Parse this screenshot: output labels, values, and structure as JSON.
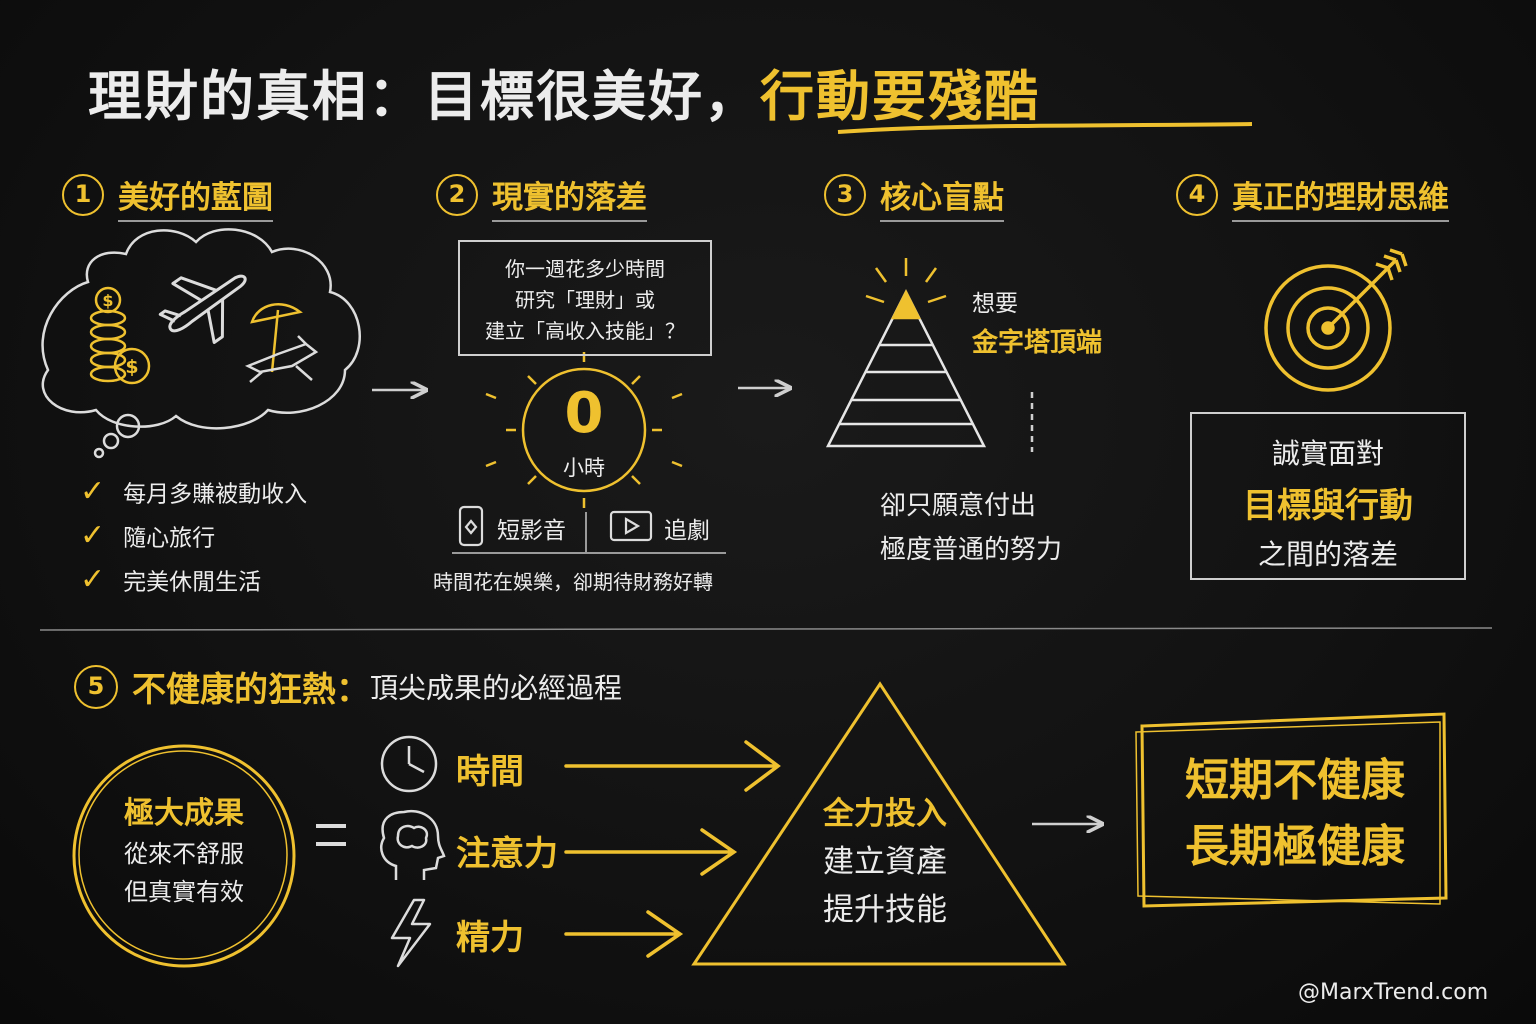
{
  "title": {
    "part1": "理財的真相：目標很美好，",
    "part2": "行動要殘酷"
  },
  "sections": {
    "s1": {
      "num": "1",
      "title": "美好的藍圖",
      "items": [
        "每月多賺被動收入",
        "隨心旅行",
        "完美休閒生活"
      ]
    },
    "s2": {
      "num": "2",
      "title": "現實的落差",
      "question": [
        "你一週花多少時間",
        "研究「理財」或",
        "建立「高收入技能」？"
      ],
      "hours": "0",
      "hours_unit": "小時",
      "app1": "短影音",
      "app2": "追劇",
      "caption": "時間花在娛樂，卻期待財務好轉"
    },
    "s3": {
      "num": "3",
      "title": "核心盲點",
      "want": "想要",
      "top": "金字塔頂端",
      "effort": [
        "卻只願意付出",
        "極度普通的努力"
      ]
    },
    "s4": {
      "num": "4",
      "title": "真正的理財思維",
      "box": [
        "誠實面對",
        "目標與行動",
        "之間的落差"
      ]
    },
    "s5": {
      "num": "5",
      "title": "不健康的狂熱：",
      "subtitle": "頂尖成果的必經過程",
      "circle": [
        "極大成果",
        "從來不舒服",
        "但真實有效"
      ],
      "equals": "=",
      "inputs": [
        "時間",
        "注意力",
        "精力"
      ],
      "pyramid": [
        "全力投入",
        "建立資產",
        "提升技能"
      ],
      "result": [
        "短期不健康",
        "長期極健康"
      ]
    }
  },
  "watermark": "@MarxTrend.com",
  "colors": {
    "accent": "#efc12f",
    "chalk": "#ececec",
    "background": "#121212"
  },
  "icons": [
    "dollar-coins-icon",
    "airplane-icon",
    "beach-chair-icon",
    "thought-cloud-icon",
    "checkmark-icon",
    "phone-icon",
    "play-icon",
    "arrow-right-icon",
    "pyramid-icon",
    "target-arrow-icon",
    "clock-icon",
    "brain-head-icon",
    "lightning-icon"
  ]
}
